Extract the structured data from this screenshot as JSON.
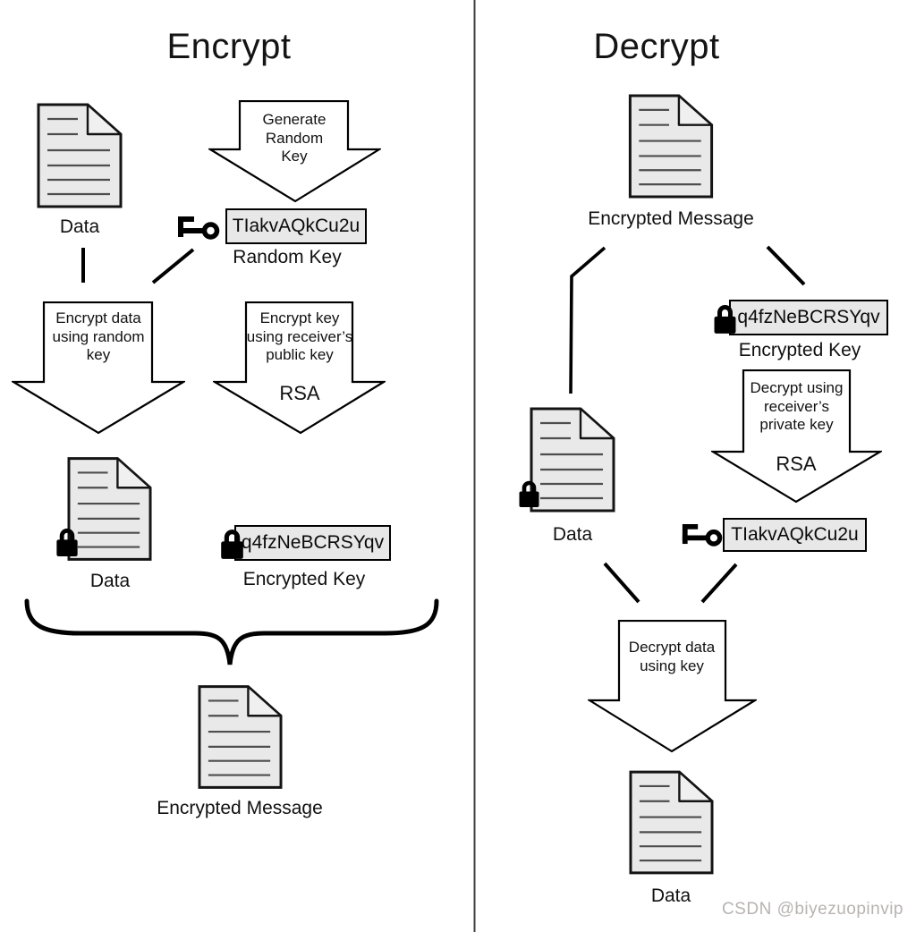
{
  "titles": {
    "encrypt": "Encrypt",
    "decrypt": "Decrypt"
  },
  "colors": {
    "doc_fill": "#e9e9e9",
    "doc_fold_fill": "#f0f0f0",
    "box_fill": "#e8e8e8",
    "stroke": "#000000",
    "watermark": "#b7b3b1"
  },
  "encrypt": {
    "source_doc_label": "Data",
    "generate_key_arrow": "Generate\nRandom\nKey",
    "random_key": {
      "value": "TIakvAQkCu2u",
      "label": "Random Key",
      "icon": "key-icon"
    },
    "encrypt_data_arrow": "Encrypt data\nusing random\nkey",
    "encrypt_key_arrow": {
      "label": "Encrypt key\nusing receiver’s\npublic key",
      "algorithm": "RSA"
    },
    "locked_doc_label": "Data",
    "encrypted_key": {
      "value": "q4fzNeBCRSYqv",
      "label": "Encrypted Key",
      "icon": "lock-icon"
    },
    "output_doc_label": "Encrypted Message"
  },
  "decrypt": {
    "input_doc_label": "Encrypted Message",
    "encrypted_key": {
      "value": "q4fzNeBCRSYqv",
      "label": "Encrypted Key",
      "icon": "lock-icon"
    },
    "decrypt_key_arrow": {
      "label": "Decrypt using\nreceiver’s\nprivate key",
      "algorithm": "RSA"
    },
    "decrypted_key": {
      "value": "TIakvAQkCu2u",
      "icon": "key-icon"
    },
    "locked_doc_label": "Data",
    "decrypt_data_arrow": "Decrypt data\nusing key",
    "output_doc_label": "Data"
  },
  "watermark": "CSDN @biyezuopinvip"
}
